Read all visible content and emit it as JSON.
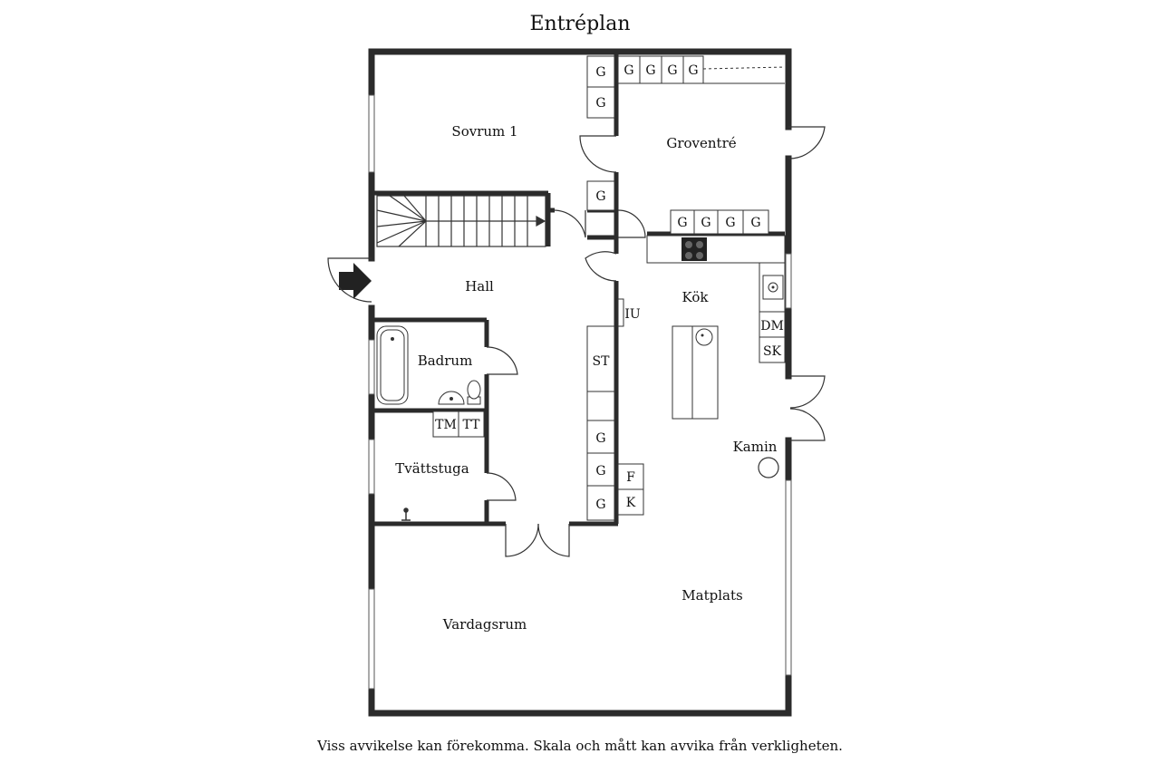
{
  "title": "Entréplan",
  "disclaimer": "Viss avvikelse kan förekomma. Skala och mått kan avvika från verkligheten.",
  "rooms": {
    "sovrum": "Sovrum 1",
    "groventre": "Groventré",
    "hall": "Hall",
    "kok": "Kök",
    "badrum": "Badrum",
    "tvattstuga": "Tvättstuga",
    "kamin": "Kamin",
    "matplats": "Matplats",
    "vardagsrum": "Vardagsrum"
  },
  "fixtures": {
    "wardrobe": "G",
    "induction": "IU",
    "storage": "ST",
    "dishwasher": "DM",
    "cabinet": "SK",
    "freezer": "F",
    "fridge": "K",
    "washer": "TM",
    "dryer": "TT"
  }
}
